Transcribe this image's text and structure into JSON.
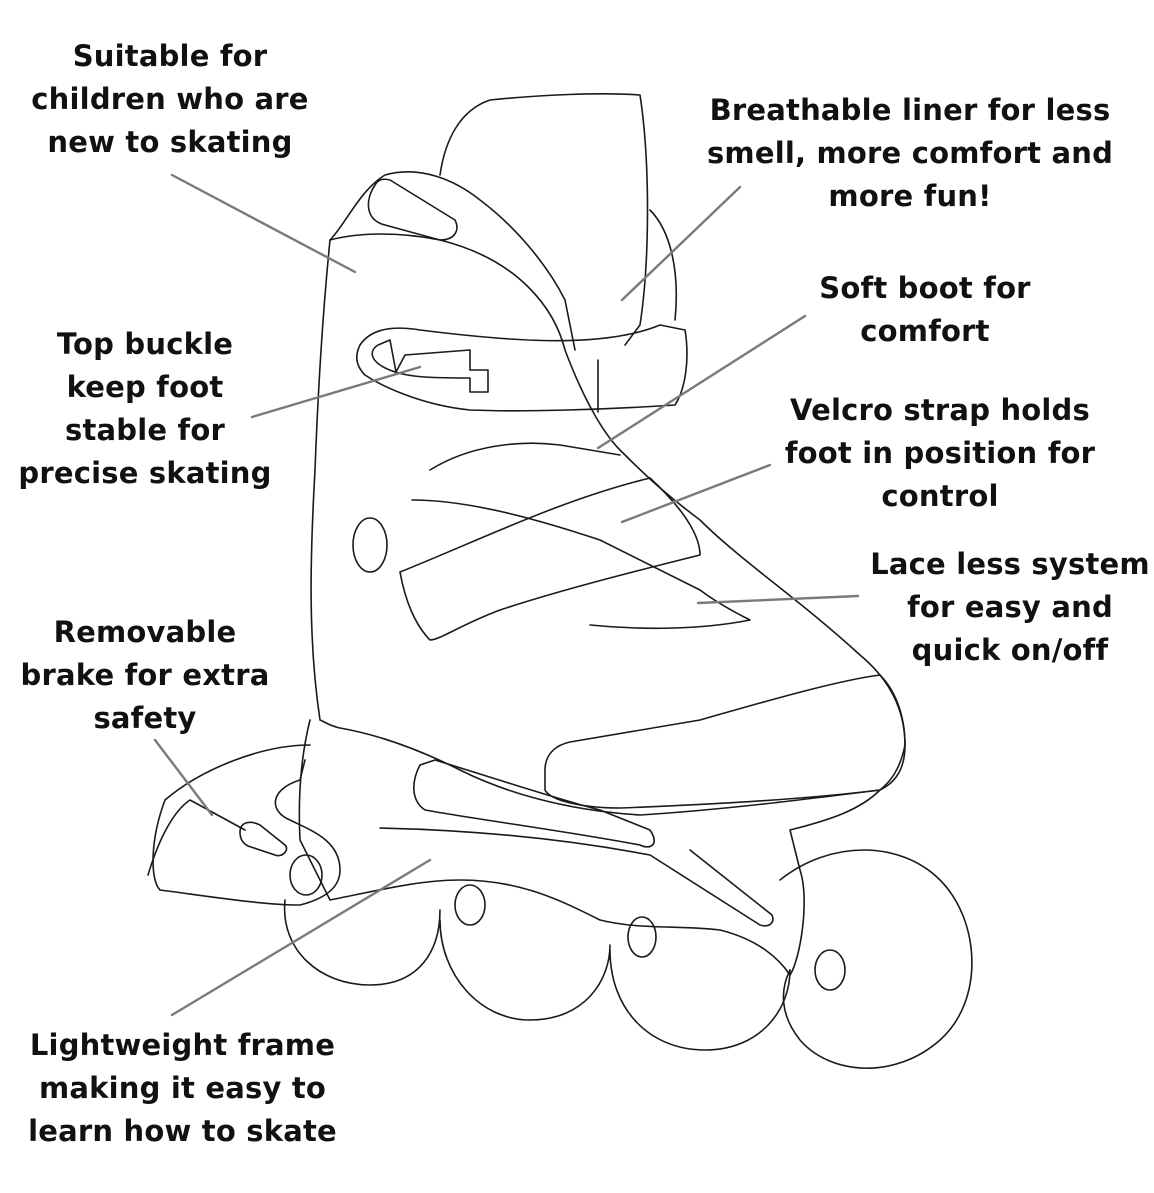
{
  "colors": {
    "text": "#111111",
    "outline": "#1a1a1a",
    "leader": "#7a7a7a",
    "background": "#ffffff"
  },
  "callouts": [
    {
      "id": "suitable",
      "lines": [
        "Suitable for",
        "children who are",
        "new to skating"
      ]
    },
    {
      "id": "liner",
      "lines": [
        "Breathable liner for less",
        "smell, more comfort and",
        "more fun!"
      ]
    },
    {
      "id": "soft-boot",
      "lines": [
        "Soft boot for",
        "comfort"
      ]
    },
    {
      "id": "top-buckle",
      "lines": [
        "Top buckle",
        "keep foot",
        "stable for",
        "precise skating"
      ]
    },
    {
      "id": "velcro",
      "lines": [
        "Velcro strap holds",
        "foot in position for",
        "control"
      ]
    },
    {
      "id": "laceless",
      "lines": [
        "Lace less system",
        "for easy and",
        "quick on/off"
      ]
    },
    {
      "id": "brake",
      "lines": [
        "Removable",
        "brake for extra",
        "safety"
      ]
    },
    {
      "id": "frame",
      "lines": [
        "Lightweight frame",
        "making it easy to",
        "learn how to skate"
      ]
    }
  ]
}
